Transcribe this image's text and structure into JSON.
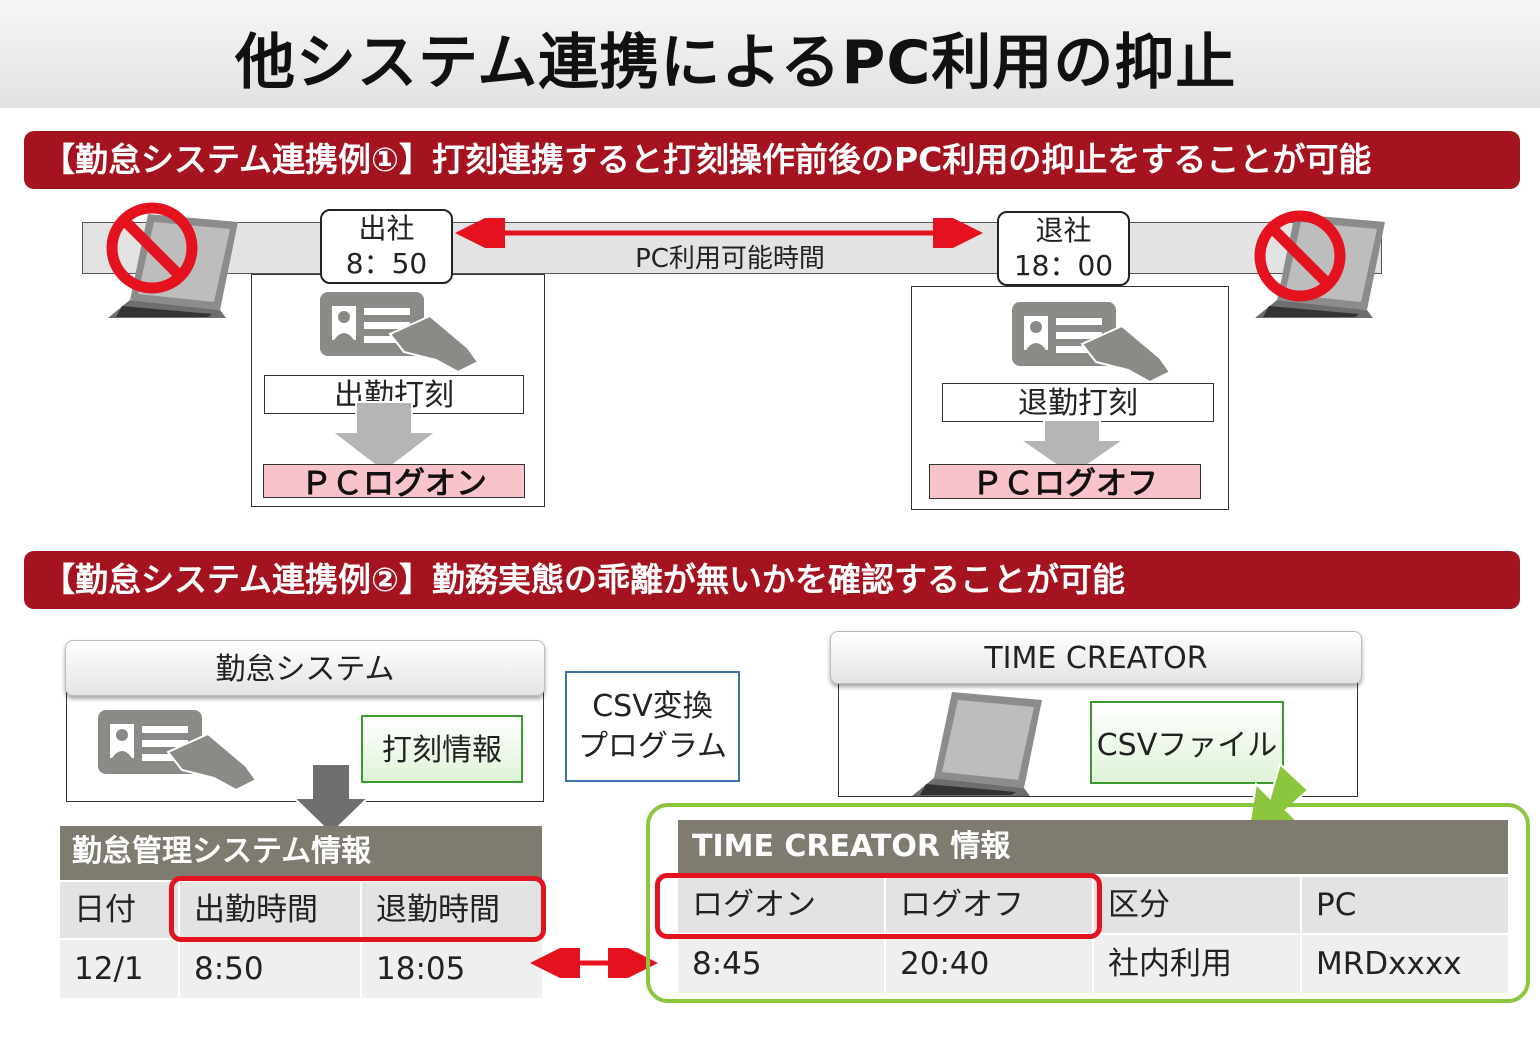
{
  "title": "他システム連携によるPC利用の抑止",
  "section1": {
    "banner": "【勤怠システム連携例①】打刻連携すると打刻操作前後のPC利用の抑止をすることが可能",
    "start": {
      "label": "出社",
      "time": "8：50",
      "stamp": "出勤打刻",
      "pc_action": "ＰＣログオン"
    },
    "end": {
      "label": "退社",
      "time": "18：00",
      "stamp": "退勤打刻",
      "pc_action": "ＰＣログオフ"
    },
    "period_label": "PC利用可能時間"
  },
  "section2": {
    "banner": "【勤怠システム連携例②】勤務実態の乖離が無いかを確認することが可能",
    "kintai_system": {
      "title": "勤怠システム",
      "stamp_info": "打刻情報"
    },
    "csv_program": {
      "line1": "CSV変換",
      "line2": "プログラム"
    },
    "time_creator": {
      "title": "TIME CREATOR",
      "csv_file": "CSVファイル"
    },
    "kintai_table": {
      "title": "勤怠管理システム情報",
      "headers": [
        "日付",
        "出勤時間",
        "退勤時間"
      ],
      "row": [
        "12/1",
        "8:50",
        "18:05"
      ]
    },
    "tc_table": {
      "title": "TIME CREATOR 情報",
      "headers": [
        "ログオン",
        "ログオフ",
        "区分",
        "PC"
      ],
      "row": [
        "8:45",
        "20:40",
        "社内利用",
        "MRDxxxx"
      ]
    }
  },
  "colors": {
    "banner": "#a4131f",
    "highlight": "#e4121e",
    "green": "#8cc63f",
    "pink": "#f9c3cb",
    "table_header": "#7f7b70"
  }
}
